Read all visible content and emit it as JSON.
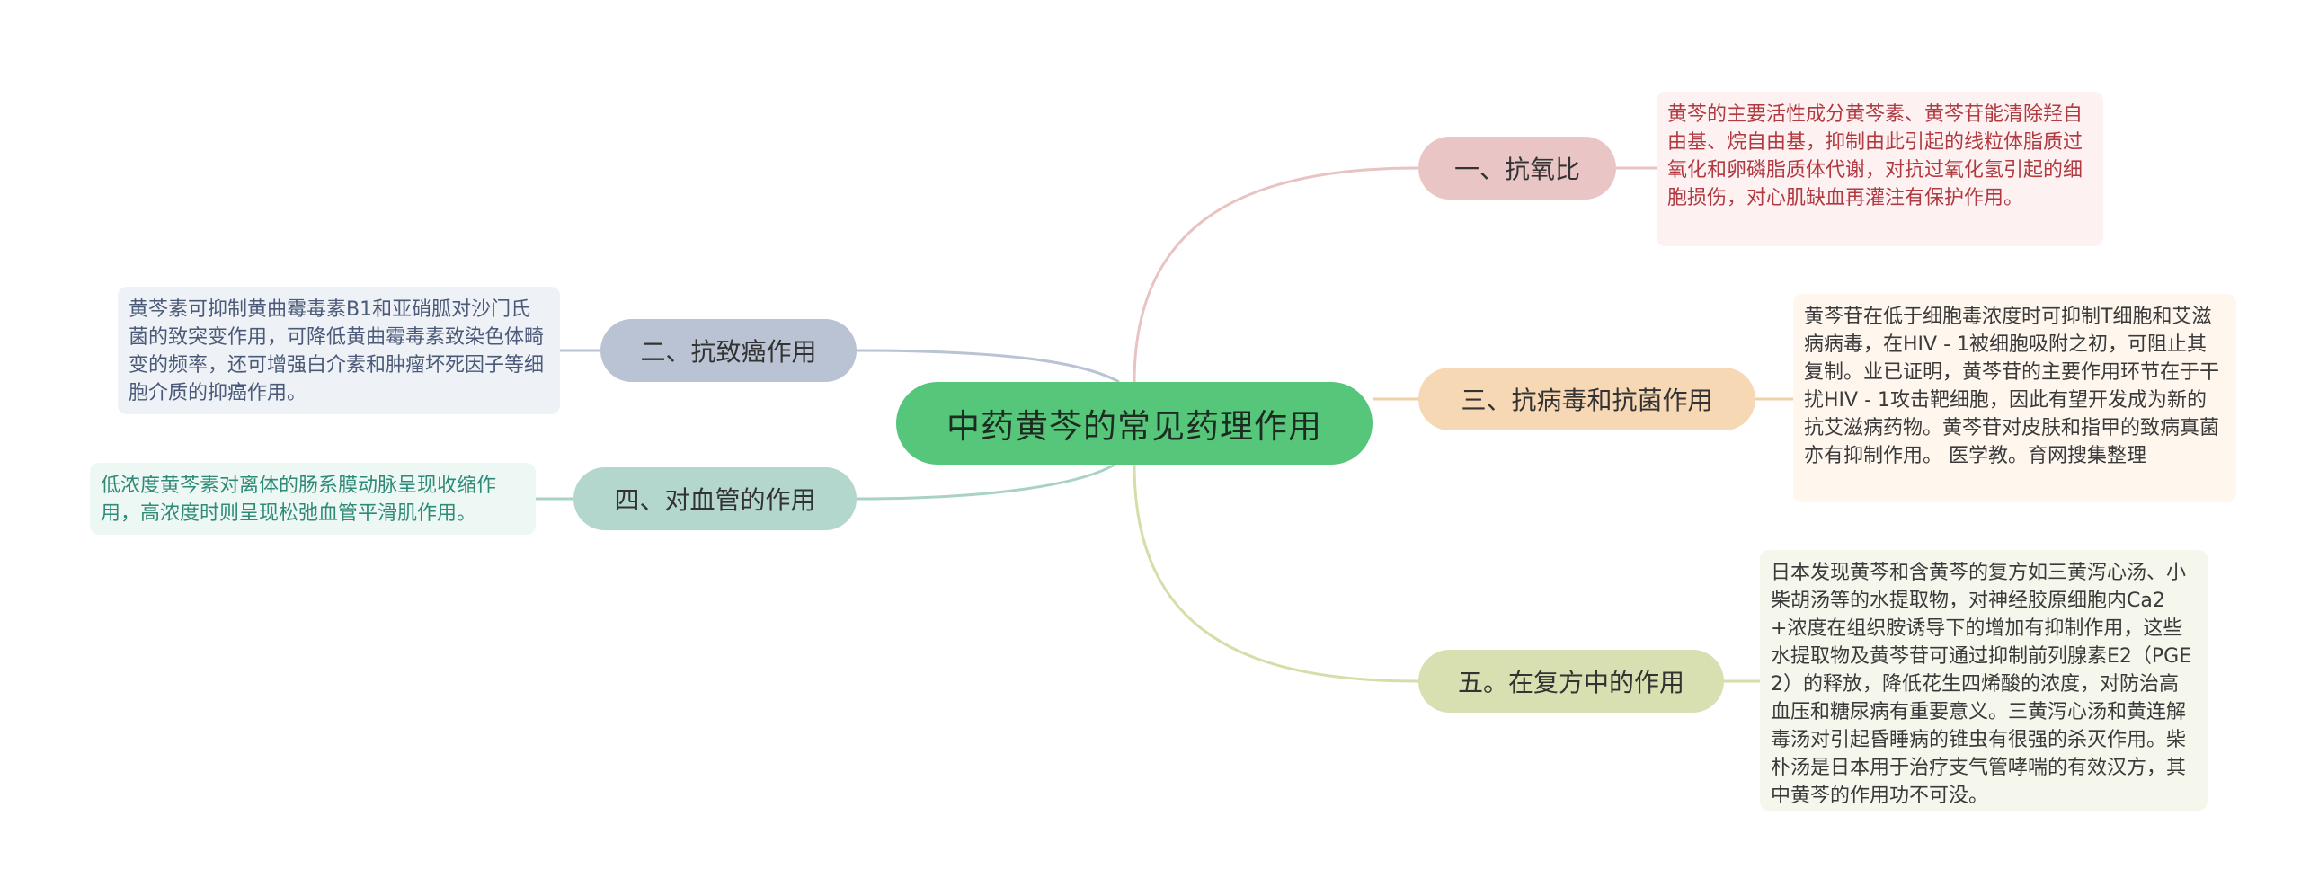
{
  "root": {
    "label": "中药黄芩的常见药理作用"
  },
  "colors": {
    "root": "#55c67a",
    "branch1": "#eac5c6",
    "branch2": "#b9c3d4",
    "branch3": "#f7d8b4",
    "branch4": "#b3d6cd",
    "branch5": "#d8dfb1"
  },
  "branches": [
    {
      "label": "一、抗氧比",
      "note": "黄芩的主要活性成分黄芩素、黄芩苷能清除羟自由基、烷自由基，抑制由此引起的线粒体脂质过氧化和卵磷脂质体代谢，对抗过氧化氢引起的细胞损伤，对心肌缺血再灌注有保护作用。"
    },
    {
      "label": "二、抗致癌作用",
      "note": "黄芩素可抑制黄曲霉毒素B1和亚硝胍对沙门氏菌的致突变作用，可降低黄曲霉毒素致染色体畸变的频率，还可增强白介素和肿瘤坏死因子等细胞介质的抑癌作用。"
    },
    {
      "label": "三、抗病毒和抗菌作用",
      "note": "黄芩苷在低于细胞毒浓度时可抑制T细胞和艾滋病病毒，在HIV - 1被细胞吸附之初，可阻止其复制。业已证明，黄芩苷的主要作用环节在于干扰HIV - 1攻击靶细胞，因此有望开发成为新的抗艾滋病药物。黄芩苷对皮肤和指甲的致病真菌亦有抑制作用。 医学教。育网搜集整理"
    },
    {
      "label": "四、对血管的作用",
      "note": "低浓度黄芩素对离体的肠系膜动脉呈现收缩作用，高浓度时则呈现松弛血管平滑肌作用。"
    },
    {
      "label": "五。在复方中的作用",
      "note": "日本发现黄芩和含黄芩的复方如三黄泻心汤、小柴胡汤等的水提取物，对神经胶原细胞内Ca2+浓度在组织胺诱导下的增加有抑制作用，这些水提取物及黄芩苷可通过抑制前列腺素E2（PGE2）的释放，降低花生四烯酸的浓度，对防治高血压和糖尿病有重要意义。三黄泻心汤和黄连解毒汤对引起昏睡病的锥虫有很强的杀灭作用。柴朴汤是日本用于治疗支气管哮喘的有效汉方，其中黄芩的作用功不可没。"
    }
  ]
}
